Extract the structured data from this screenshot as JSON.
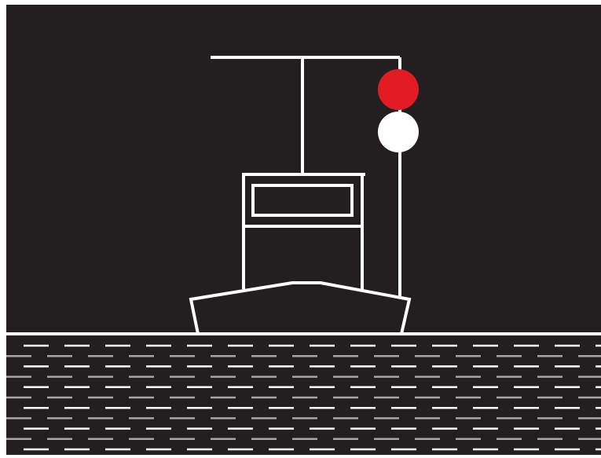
{
  "scene": {
    "description_icon": "vessel-night-lights-icon",
    "colors": {
      "frame": "#ffffff",
      "sky": "#231f20",
      "water": "#231f20",
      "outline": "#ffffff",
      "wave_light": "#ffffff",
      "wave_dim": "#a6a6a6",
      "upper_light": "#e31b23",
      "lower_light": "#ffffff"
    },
    "lights": [
      {
        "name": "upper-light",
        "color": "red"
      },
      {
        "name": "lower-light",
        "color": "white"
      }
    ]
  }
}
